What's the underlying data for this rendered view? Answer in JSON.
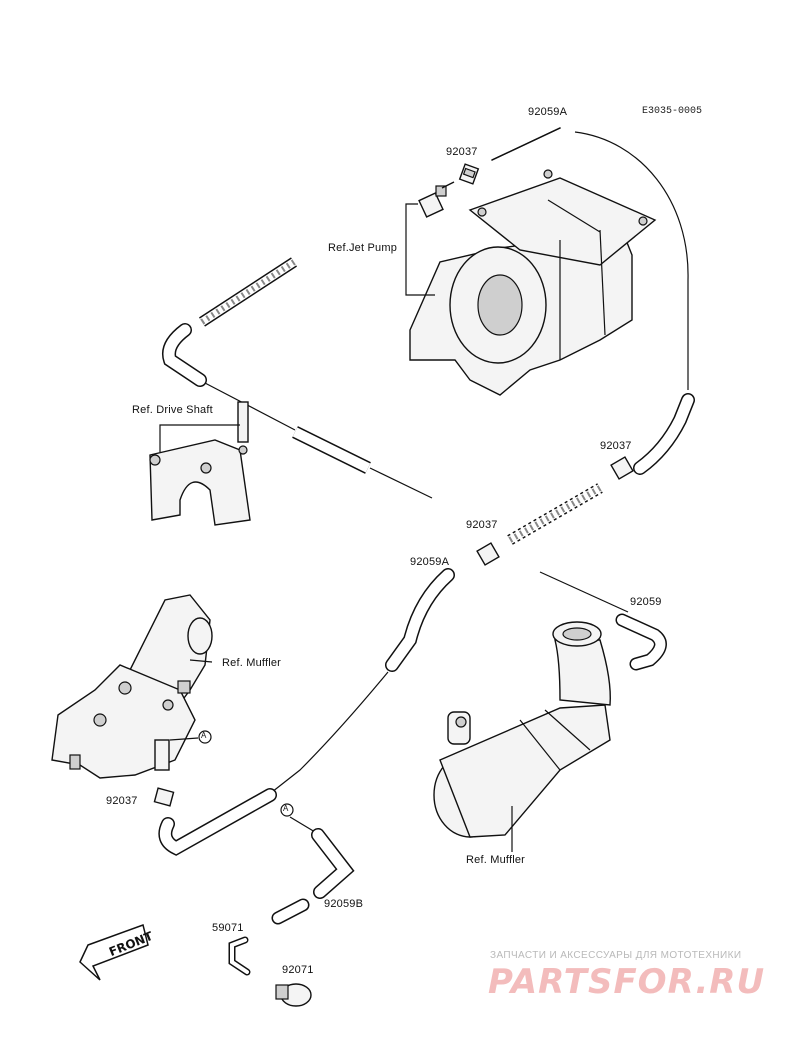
{
  "diagram_code": "E3035-0005",
  "labels": {
    "hose_a_top": "92059A",
    "hose_a_mid": "92059A",
    "hose": "92059",
    "hose_b": "92059B",
    "clamp_top": "92037",
    "clamp_right": "92037",
    "clamp_mid": "92037",
    "clamp_left": "92037",
    "fitting": "59071",
    "cap": "92071",
    "ref_jet_pump": "Ref.Jet Pump",
    "ref_drive_shaft": "Ref. Drive Shaft",
    "ref_muffler_left": "Ref. Muffler",
    "ref_muffler_right": "Ref. Muffler",
    "marker_a1": "A",
    "marker_a2": "A",
    "front": "FRONT"
  },
  "watermark": {
    "tagline": "ЗАПЧАСТИ И АКСЕССУАРЫ ДЛЯ МОТОТЕХНИКИ",
    "brand": "PARTSFOR.RU",
    "color": "#e8a0a0"
  }
}
